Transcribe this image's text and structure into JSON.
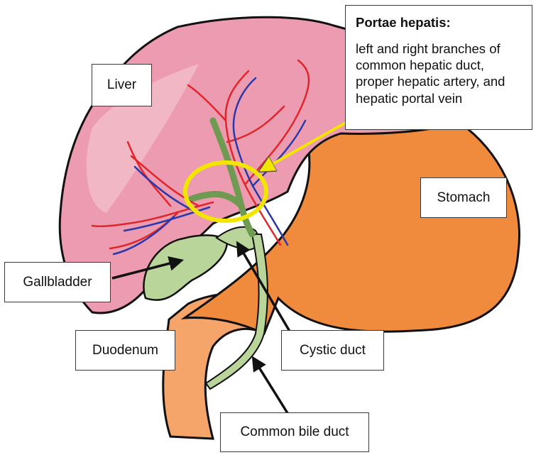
{
  "labels": {
    "porta_title": "Portae hepatis:",
    "porta_body": "left and right branches of common hepatic duct, proper hepatic artery, and hepatic portal vein",
    "liver": "Liver",
    "stomach": "Stomach",
    "gallbladder": "Gallbladder",
    "duodenum": "Duodenum",
    "cystic_duct": "Cystic duct",
    "common_bile_duct": "Common bile duct"
  },
  "colors": {
    "liver": "#ec9bb0",
    "liver_light": "#f5c3cf",
    "stomach": "#f08a3c",
    "duodenum": "#f5a56a",
    "gallbladder": "#b9d59a",
    "artery": "#e0262b",
    "vein": "#2b39a8",
    "highlight_ring": "#f2e600",
    "outline": "#111111"
  }
}
